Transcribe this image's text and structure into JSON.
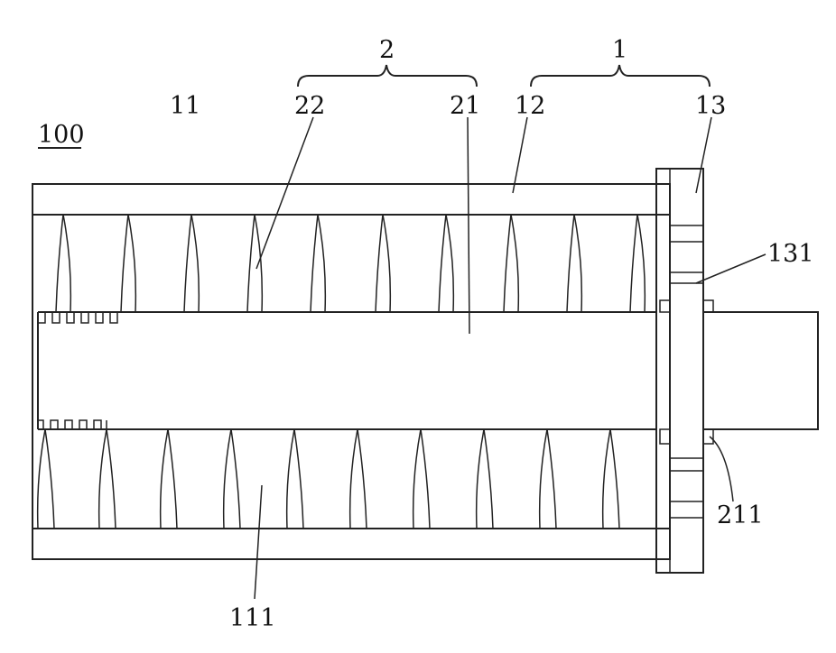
{
  "labels": {
    "ref_100": "100",
    "ref_11": "11",
    "ref_22": "22",
    "ref_2": "2",
    "ref_21": "21",
    "ref_12": "12",
    "ref_1": "1",
    "ref_13": "13",
    "ref_131": "131",
    "ref_211": "211",
    "ref_111": "111"
  }
}
